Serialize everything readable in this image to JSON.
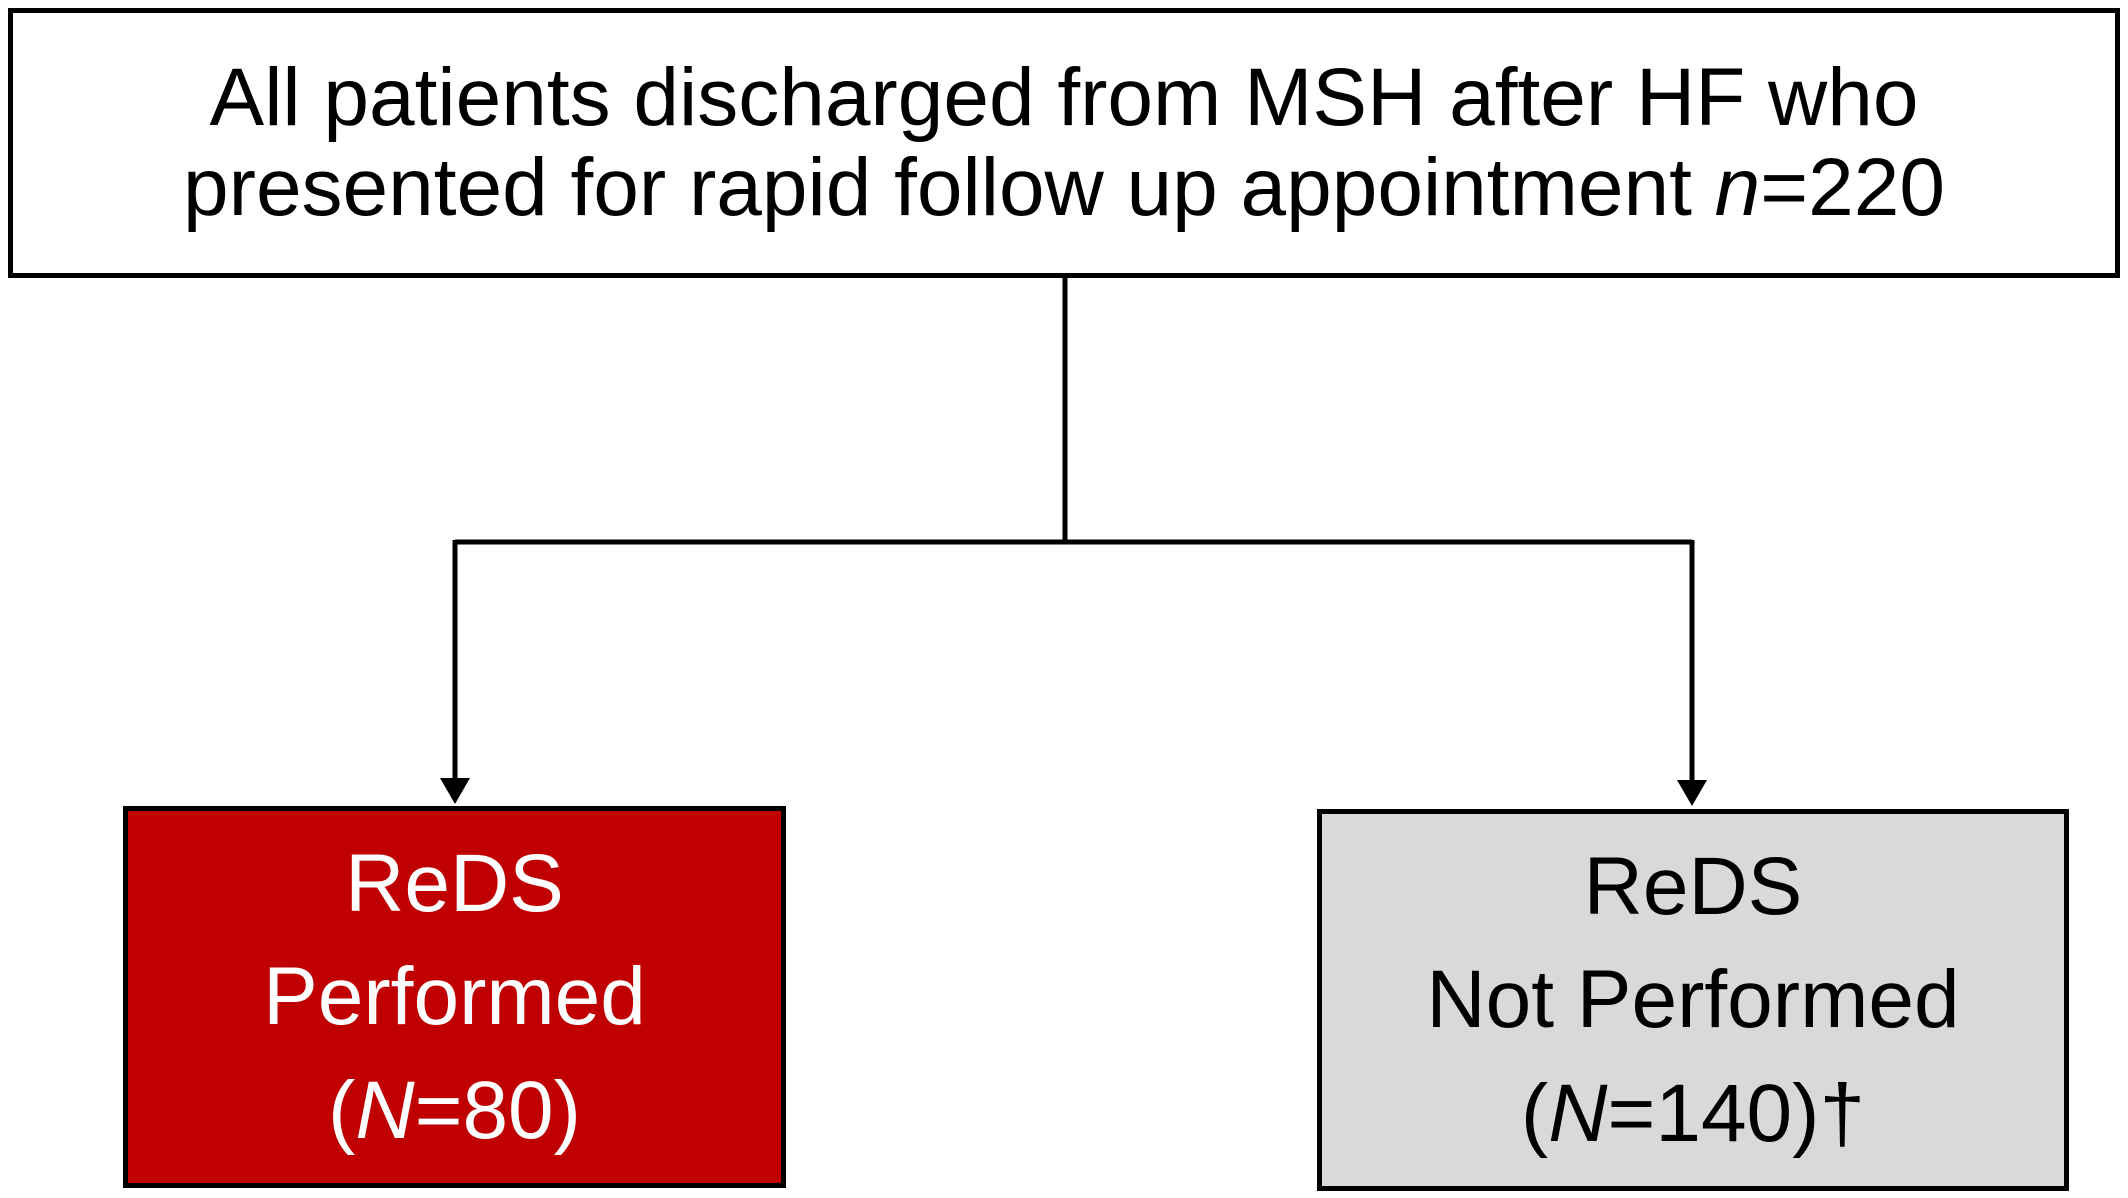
{
  "top_box": {
    "line1": "All patients discharged from MSH after HF who",
    "line2_text": "presented for rapid follow up appointment ",
    "line2_var": "n",
    "line2_value": "=220"
  },
  "left_box": {
    "line1": "ReDS",
    "line2": "Performed",
    "line3_open": "(",
    "line3_var": "N",
    "line3_value": "=80)",
    "fill_color": "#c00000"
  },
  "right_box": {
    "line1": "ReDS",
    "line2": "Not Performed",
    "line3_open": "(",
    "line3_var": "N",
    "line3_value": "=140)†",
    "fill_color": "#d9d9d9"
  }
}
